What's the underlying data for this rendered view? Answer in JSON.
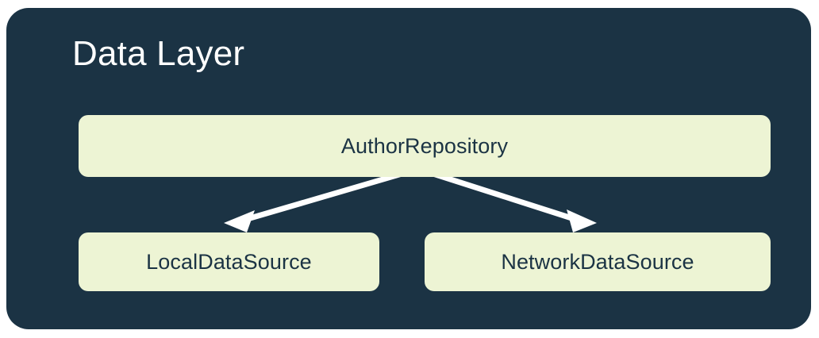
{
  "diagram": {
    "title": "Data Layer",
    "panel_color": "#1B3344",
    "node_fill_color": "#EDF4D4",
    "node_text_color": "#1B3344",
    "title_color": "#FFFFFF",
    "edge_color": "#FFFFFF",
    "nodes": [
      {
        "id": "repository",
        "label": "AuthorRepository",
        "row": "top"
      },
      {
        "id": "local",
        "label": "LocalDataSource",
        "row": "bottom"
      },
      {
        "id": "network",
        "label": "NetworkDataSource",
        "row": "bottom"
      }
    ],
    "edges": [
      {
        "from": "AuthorRepository",
        "to": "LocalDataSource",
        "arrow": "single"
      },
      {
        "from": "AuthorRepository",
        "to": "NetworkDataSource",
        "arrow": "single"
      }
    ]
  }
}
